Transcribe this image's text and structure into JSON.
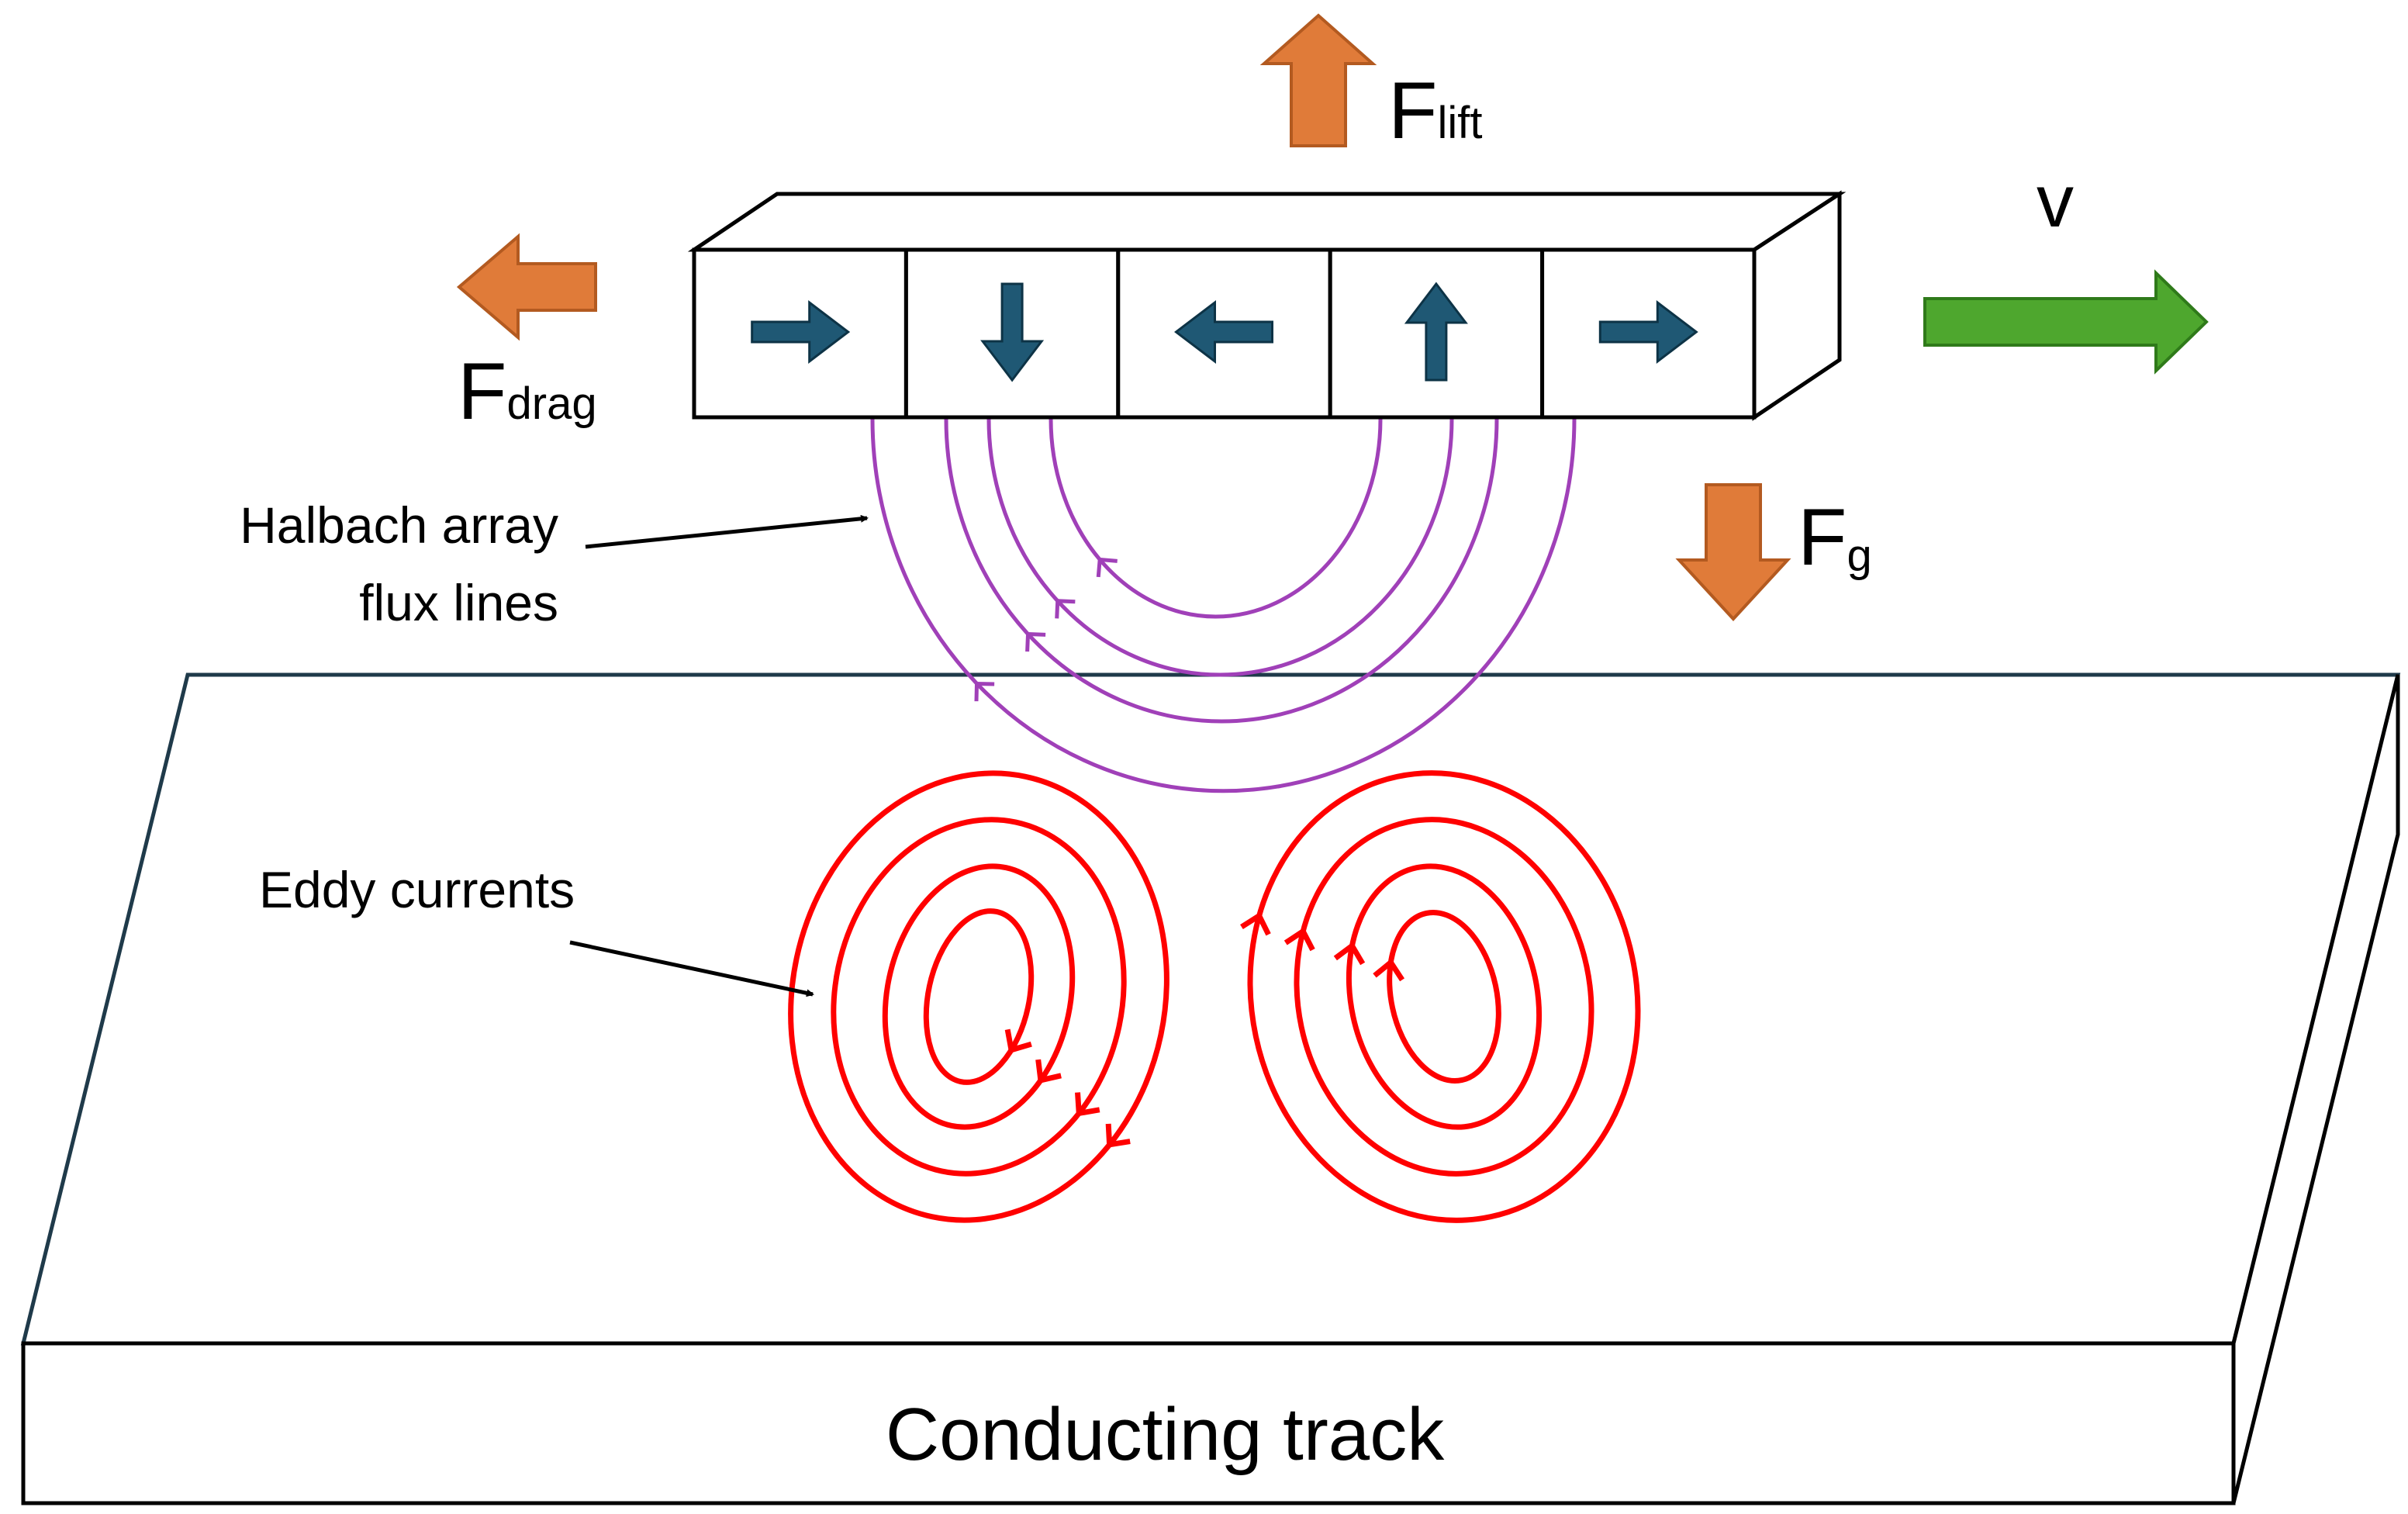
{
  "forces": {
    "lift": {
      "main": "F",
      "sub": "lift"
    },
    "drag": {
      "main": "F",
      "sub": "drag"
    },
    "gravity": {
      "main": "F",
      "sub": "g"
    },
    "velocity": "v"
  },
  "callouts": {
    "flux_line1": "Halbach array",
    "flux_line2": "flux lines",
    "eddy": "Eddy currents"
  },
  "track_label": "Conducting track",
  "magnets": [
    {
      "direction": "right"
    },
    {
      "direction": "down"
    },
    {
      "direction": "left"
    },
    {
      "direction": "up"
    },
    {
      "direction": "right"
    }
  ],
  "colors": {
    "force_arrow": "#E07B39",
    "velocity_arrow": "#4EA72E",
    "magnet_arrow": "#1F5874",
    "flux_lines": "#A040B8",
    "eddy_currents": "#FF0000",
    "track_outline": "#1F3A4A"
  }
}
